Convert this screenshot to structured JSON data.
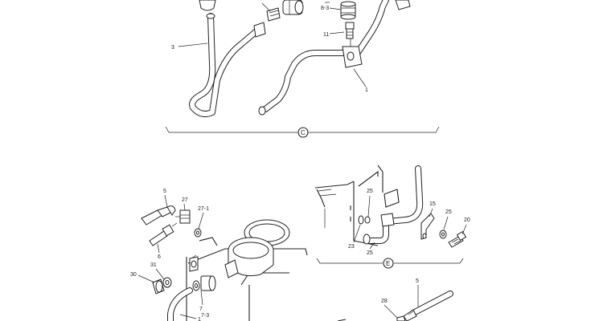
{
  "diagram": {
    "section_marks": {
      "upper": "C",
      "lower": "E"
    },
    "callouts_upper": {
      "c3": "3",
      "c8_3": "8-3",
      "c11": "11",
      "c1": "1"
    },
    "callouts_lower_left": {
      "c5": "5",
      "c27": "27",
      "c27_1": "27-1",
      "c6": "6",
      "c31": "31",
      "c30": "30",
      "c7": "7",
      "c7_3": "7-3",
      "c1": "1"
    },
    "callouts_lower_right": {
      "c15": "15",
      "c25a": "25",
      "c25b": "25",
      "c20": "20",
      "c23": "23",
      "c25c": "25",
      "c5": "5",
      "c28": "28"
    }
  }
}
